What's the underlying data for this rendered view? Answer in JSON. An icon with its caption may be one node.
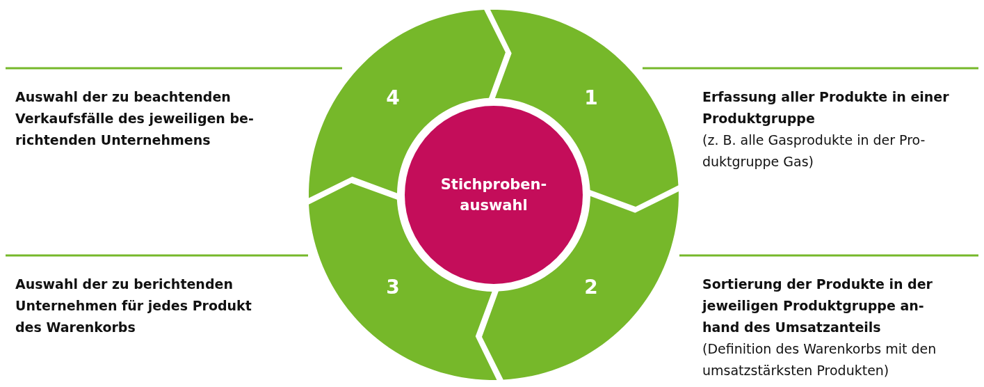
{
  "diagram": {
    "nodes": [
      {
        "text": [
          "Stichproben- auswahl"
        ]
      },
      {
        "text": [
          "1"
        ]
      },
      {
        "text": [
          "2"
        ]
      },
      {
        "text": [
          "3"
        ]
      },
      {
        "text": [
          "4"
        ]
      }
    ],
    "labels": [
      "Auswahl der zu beachtenden Verkaufsfälle des jeweiligen be- richtenden Unternehmens",
      "Erfassung aller Produkte in einer Produktgruppe",
      "(z. B. alle Gasprodukte in der Pro- duktgruppe Gas)",
      "Auswahl der zu berichtenden Unternehmen für jedes Produkt des Warenkorbs",
      "Sortierung der Produkte in der jeweiligen Produktgruppe an- hand des Umsatzanteils",
      "(Definition des Warenkorbs mit den umsatzstärksten Produkten)"
    ]
  }
}
